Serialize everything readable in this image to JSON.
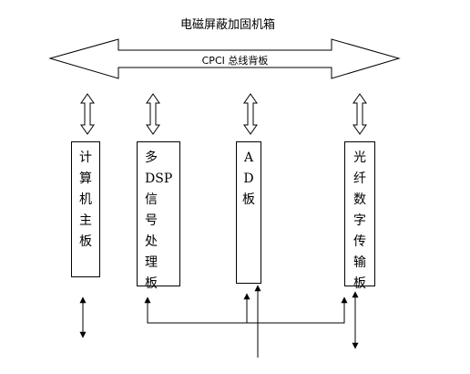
{
  "diagram": {
    "title": "电磁屏蔽加固机箱",
    "bus_label": "CPCI 总线背板",
    "boards": [
      {
        "id": "computer",
        "label": "计\n算\n机\n主\n板"
      },
      {
        "id": "dsp",
        "label": "多\nDSP\n信\n号\n处\n理\n板"
      },
      {
        "id": "ad",
        "label": "A\nD\n板"
      },
      {
        "id": "fiber",
        "label": "光\n纤\n数\n字\n传\n输\n板"
      }
    ]
  }
}
